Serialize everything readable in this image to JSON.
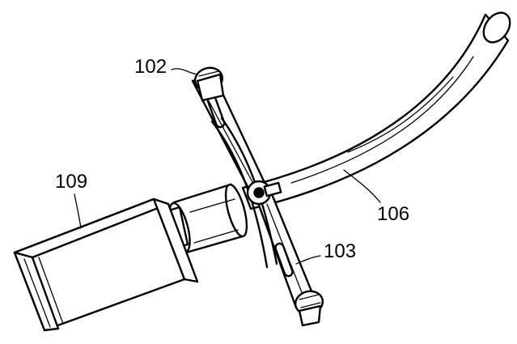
{
  "figure": {
    "labels": {
      "part_102": "102",
      "part_103": "103",
      "part_106": "106",
      "part_109": "109"
    },
    "colors": {
      "ink": "#000000",
      "paper": "#ffffff"
    }
  }
}
